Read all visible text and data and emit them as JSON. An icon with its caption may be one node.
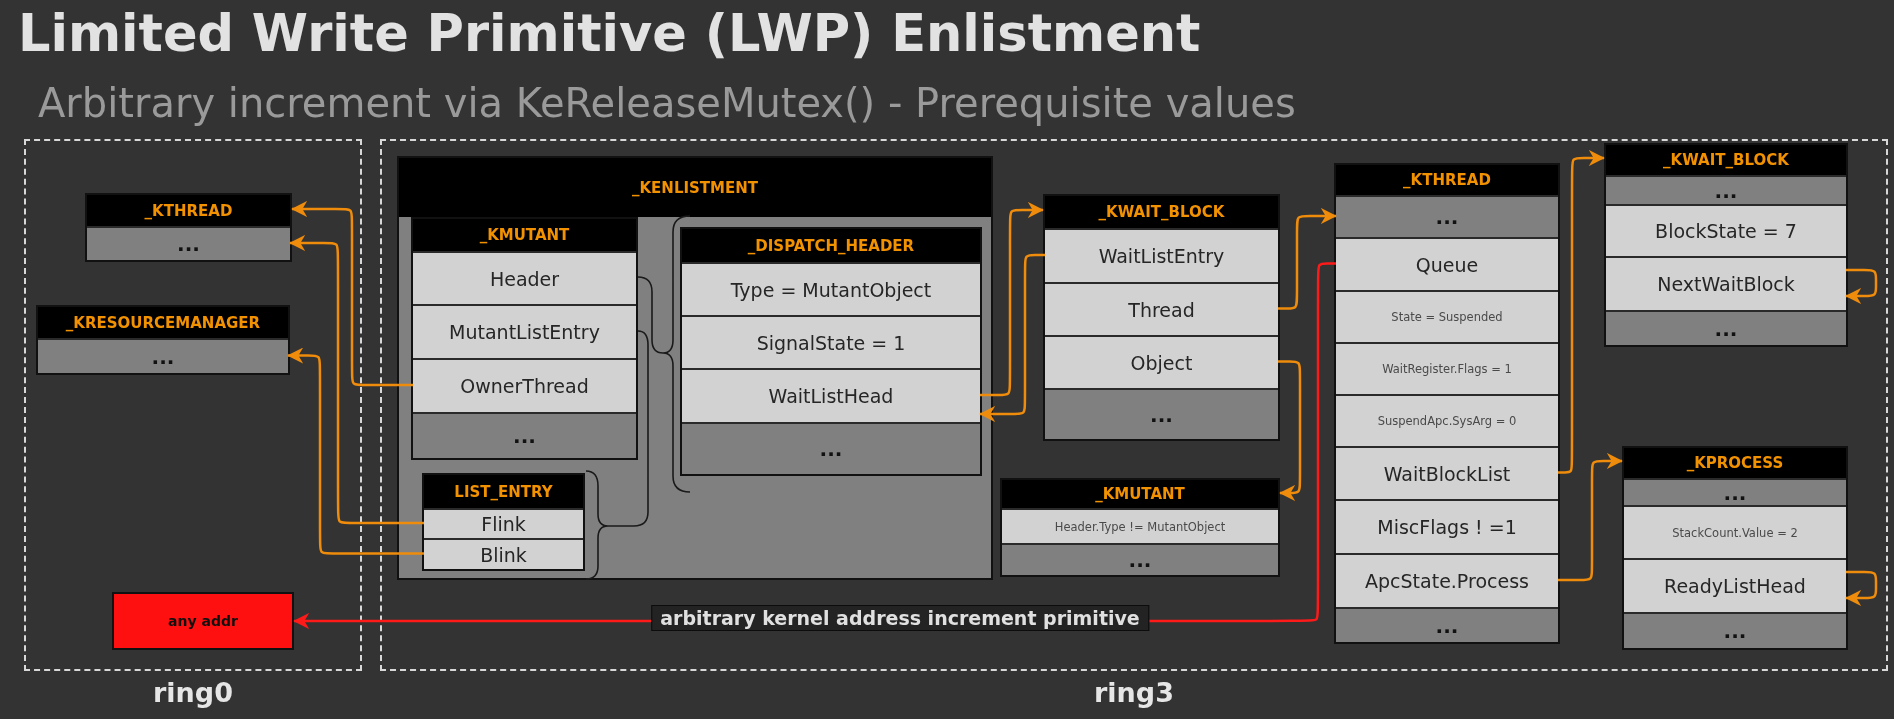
{
  "diagram": {
    "title": "Limited Write Primitive (LWP) Enlistment",
    "nodes": [
      {
        "text": [
          "ring0"
        ]
      },
      {
        "text": [
          "ring3"
        ]
      },
      {
        "text": [
          "_KTHREAD"
        ],
        "in": 0
      },
      {
        "text": [
          "..."
        ],
        "in": 2
      },
      {
        "text": [
          "_KRESOURCEMANAGER"
        ],
        "in": 0
      },
      {
        "text": [
          "..."
        ],
        "in": 4
      },
      {
        "text": [
          "any addr"
        ],
        "in": 0
      },
      {
        "text": [
          "_KENLISTMENT"
        ],
        "in": 1
      },
      {
        "text": [
          "_KMUTANT"
        ],
        "in": 7
      },
      {
        "text": [
          "Header"
        ],
        "in": 8
      },
      {
        "text": [
          "MutantListEntry"
        ],
        "in": 8
      },
      {
        "text": [
          "OwnerThread"
        ],
        "in": 8
      },
      {
        "text": [
          "..."
        ],
        "in": 8
      },
      {
        "text": [
          "_DISPATCH_HEADER"
        ],
        "in": 7
      },
      {
        "text": [
          "Type = MutantObject"
        ],
        "in": 13
      },
      {
        "text": [
          "SignalState = 1"
        ],
        "in": 13
      },
      {
        "text": [
          "WaitListHead"
        ],
        "in": 13
      },
      {
        "text": [
          "..."
        ],
        "in": 13
      },
      {
        "text": [
          "LIST_ENTRY"
        ],
        "in": 7
      },
      {
        "text": [
          "Flink"
        ],
        "in": 18
      },
      {
        "text": [
          "Blink"
        ],
        "in": 18
      },
      {
        "text": [
          "_KWAIT_BLOCK"
        ],
        "in": 1
      },
      {
        "text": [
          "WaitListEntry"
        ],
        "in": 21
      },
      {
        "text": [
          "Thread"
        ],
        "in": 21
      },
      {
        "text": [
          "Object"
        ],
        "in": 21
      },
      {
        "text": [
          "..."
        ],
        "in": 21
      },
      {
        "text": [
          "_KMUTANT"
        ],
        "in": 1
      },
      {
        "text": [
          "Header.Type != MutantObject"
        ],
        "in": 26
      },
      {
        "text": [
          "..."
        ],
        "in": 26
      },
      {
        "text": [
          "_KTHREAD"
        ],
        "in": 1
      },
      {
        "text": [
          "..."
        ],
        "in": 29
      },
      {
        "text": [
          "Queue"
        ],
        "in": 29
      },
      {
        "text": [
          "State = Suspended"
        ],
        "in": 29
      },
      {
        "text": [
          "WaitRegister.Flags = 1"
        ],
        "in": 29
      },
      {
        "text": [
          "SuspendApc.SysArg = 0"
        ],
        "in": 29
      },
      {
        "text": [
          "WaitBlockList"
        ],
        "in": 29
      },
      {
        "text": [
          "MiscFlags ! =1"
        ],
        "in": 29
      },
      {
        "text": [
          "ApcState.Process"
        ],
        "in": 29
      },
      {
        "text": [
          "..."
        ],
        "in": 29
      },
      {
        "text": [
          "_KWAIT_BLOCK"
        ],
        "in": 1
      },
      {
        "text": [
          "..."
        ],
        "in": 39
      },
      {
        "text": [
          "BlockState = 7"
        ],
        "in": 39
      },
      {
        "text": [
          "NextWaitBlock"
        ],
        "in": 39
      },
      {
        "text": [
          "..."
        ],
        "in": 39
      },
      {
        "text": [
          "_KPROCESS"
        ],
        "in": 1
      },
      {
        "text": [
          "..."
        ],
        "in": 44
      },
      {
        "text": [
          "StackCount.Value = 2"
        ],
        "in": 44
      },
      {
        "text": [
          "ReadyListHead"
        ],
        "in": 44
      },
      {
        "text": [
          "..."
        ],
        "in": 44
      }
    ],
    "edges": [
      {
        "from": 11,
        "to": 2,
        "arrow": "to"
      },
      {
        "from": 19,
        "to": 3,
        "arrow": "to"
      },
      {
        "from": 20,
        "to": 5,
        "arrow": "to"
      },
      {
        "from": 16,
        "to": 21,
        "arrow": "to"
      },
      {
        "from": 22,
        "to": 16,
        "arrow": "to"
      },
      {
        "from": 23,
        "to": 30,
        "arrow": "to"
      },
      {
        "from": 24,
        "to": 26,
        "arrow": "to"
      },
      {
        "from": 35,
        "to": 39,
        "arrow": "to"
      },
      {
        "from": 42,
        "to": 42,
        "arrow": "to"
      },
      {
        "from": 37,
        "to": 44,
        "arrow": "to"
      },
      {
        "from": 47,
        "to": 47,
        "arrow": "to"
      },
      {
        "from": 31,
        "to": 6,
        "arrow": "to",
        "label": "arbitrary kernel address increment primitive",
        "color": "#ff1a1a"
      }
    ],
    "labels": [
      "Arbitrary increment via KeReleaseMutex() - Prerequisite values"
    ]
  }
}
